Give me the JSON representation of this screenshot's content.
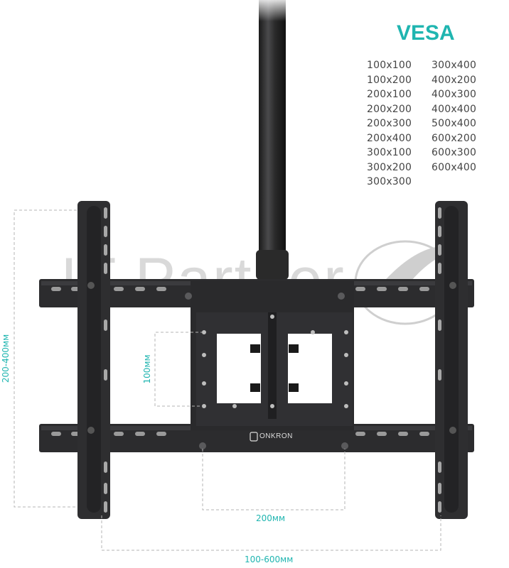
{
  "vesa": {
    "title": "VESA",
    "col1": [
      "100x100",
      "100x200",
      "200x100",
      "200x200",
      "200x300",
      "200x400",
      "300x100",
      "300x200",
      "300x300"
    ],
    "col2": [
      "300x400",
      "400x200",
      "400x300",
      "400x400",
      "500x400",
      "600x200",
      "600x300",
      "600x400"
    ]
  },
  "dimensions": {
    "vertical_outer": "200-400мм",
    "vertical_inner": "100мм",
    "horizontal_inner": "200мм",
    "horizontal_outer": "100-600мм"
  },
  "brand": "ONKRON",
  "watermark": "IT Partner",
  "colors": {
    "accent": "#1fb5b0",
    "mount": "#2b2b2d",
    "dash": "#b5b5b5"
  }
}
